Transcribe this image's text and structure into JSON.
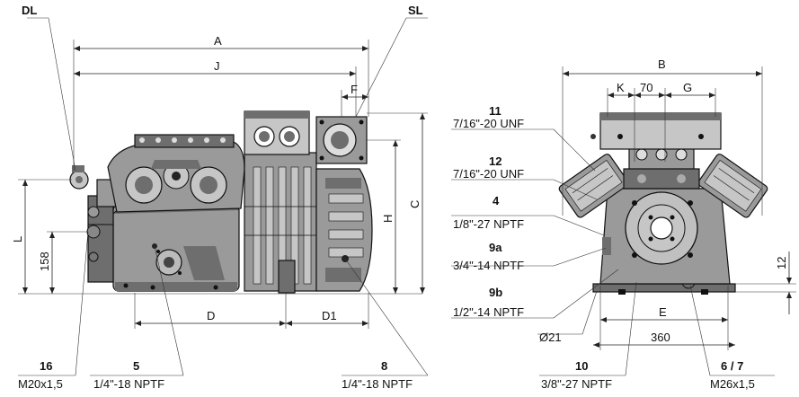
{
  "side_view": {
    "callouts": {
      "dl": "DL",
      "sl": "SL"
    },
    "dims": {
      "a": "A",
      "j": "J",
      "f": "F",
      "c": "C",
      "h": "H",
      "l": "L",
      "d": "D",
      "d1": "D1",
      "v158": "158"
    },
    "notes": [
      {
        "id": "16",
        "spec": "M20x1,5"
      },
      {
        "id": "5",
        "spec": "1/4\"-18 NPTF"
      },
      {
        "id": "8",
        "spec": "1/4\"-18 NPTF"
      }
    ]
  },
  "front_view": {
    "dims": {
      "b": "B",
      "k": "K",
      "v70": "70",
      "g": "G",
      "e": "E",
      "v360": "360",
      "v12": "12",
      "dia21": "Ø21"
    },
    "left_notes": [
      {
        "id": "11",
        "spec": "7/16\"-20 UNF"
      },
      {
        "id": "12",
        "spec": "7/16\"-20 UNF"
      },
      {
        "id": "4",
        "spec": "1/8\"-27 NPTF"
      },
      {
        "id": "9a",
        "spec": "3/4\"-14 NPTF"
      },
      {
        "id": "9b",
        "spec": "1/2\"-14 NPTF"
      }
    ],
    "bottom_notes": [
      {
        "id": "10",
        "spec": "3/8\"-27 NPTF"
      },
      {
        "id": "6 / 7",
        "spec": "M26x1,5"
      }
    ]
  }
}
